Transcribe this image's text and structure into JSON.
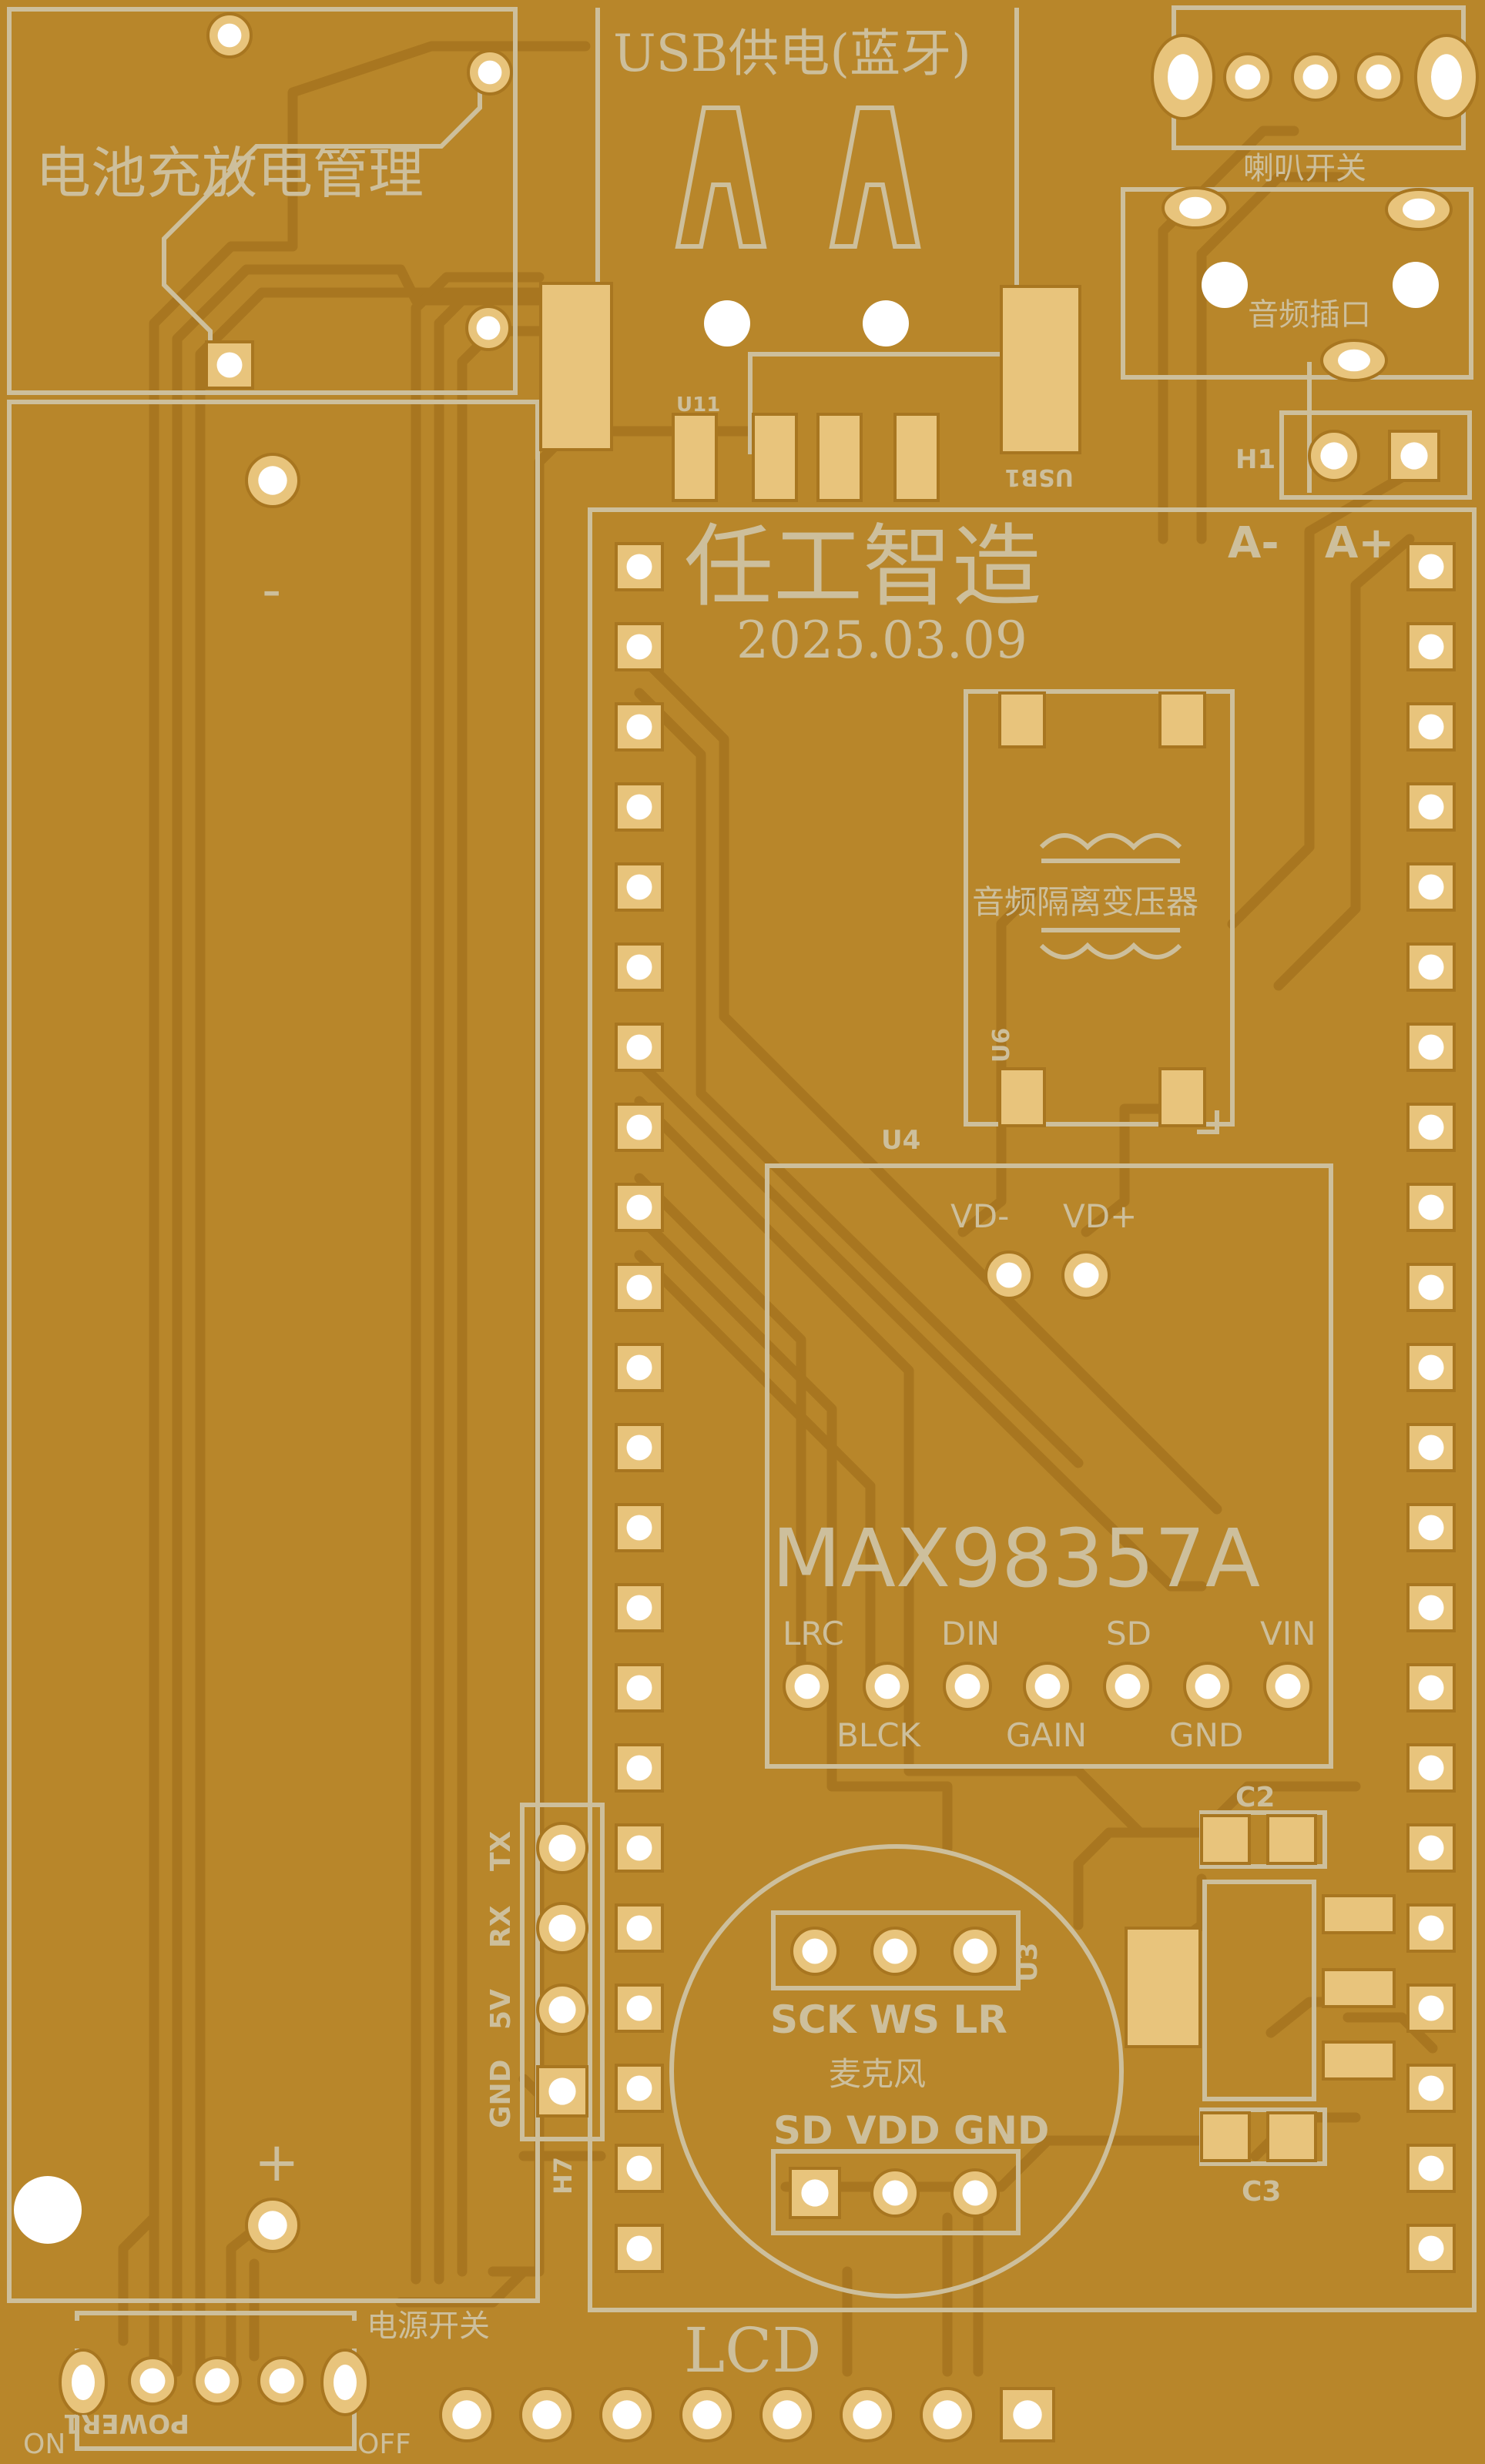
{
  "colors": {
    "board": "#b8862a",
    "trace": "#a87620",
    "silk": "#cdbf9c",
    "pad": "#e8c47c",
    "hole": "#ffffff"
  },
  "labels": {
    "battery_mgmt": "电池充放电管理",
    "usb_power": "USB供电(蓝牙)",
    "speaker_switch": "喇叭开关",
    "audio_jack": "音频插口",
    "h1_ref": "H1",
    "a_minus": "A-",
    "a_plus": "A+",
    "u11_ref": "U11",
    "usb1_ref": "USB1",
    "maker_name": "任工智造",
    "date": "2025.03.09",
    "transformer": "音频隔离变压器",
    "u6_ref": "U6",
    "u4_ref": "U4",
    "vd_minus": "VD-",
    "vd_plus": "VD+",
    "amp_chip": "MAX98357A",
    "amp_pins_top": [
      "LRC",
      "DIN",
      "SD",
      "VIN"
    ],
    "amp_pins_bottom": [
      "BLCK",
      "GAIN",
      "GND"
    ],
    "bat_minus": "-",
    "bat_plus": "+",
    "uart_pins": [
      "TX",
      "RX",
      "5V",
      "GND"
    ],
    "h7_ref": "H7",
    "mic_top_pins": "SCK WS LR",
    "mic_label": "麦克风",
    "mic_bottom_pins": "SD VDD GND",
    "u3_ref": "U3",
    "c2_ref": "C2",
    "c3_ref": "C3",
    "power_switch": "电源开关",
    "power_ref": "POWER1",
    "on": "ON",
    "off": "OFF",
    "lcd": "LCD"
  }
}
